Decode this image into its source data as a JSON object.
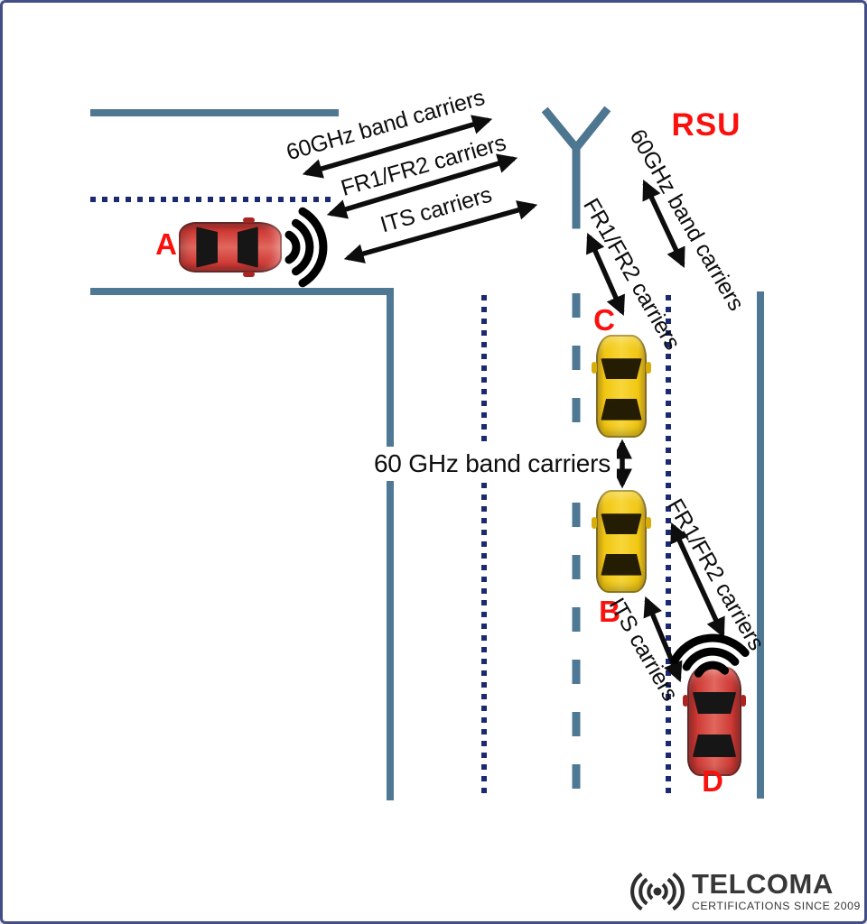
{
  "diagram": {
    "rsu_label": "RSU",
    "car_labels": {
      "a": "A",
      "b": "B",
      "c": "C",
      "d": "D"
    },
    "links": {
      "a_rsu_60ghz": "60GHz band carriers",
      "a_rsu_fr": "FR1/FR2 carriers",
      "a_rsu_its": "ITS carriers",
      "rsu_60ghz_right": "60GHz band carriers",
      "rsu_c_fr": "FR1/FR2 carriers",
      "c_b_60ghz": "60 GHz band carriers",
      "b_d_its": "ITS carriers",
      "d_b_fr": "FR1/FR2 carriers"
    },
    "colors": {
      "road": "#4e7894",
      "lane_dots": "#1b2a70",
      "arrow": "#0d0d0d",
      "label_red": "#fa100d",
      "car_red": "#cf3a35",
      "car_yellow": "#f0c60f",
      "frame": "#434e87"
    }
  },
  "branding": {
    "name": "TELCOMA",
    "tagline": "CERTIFICATIONS SINCE 2009"
  }
}
